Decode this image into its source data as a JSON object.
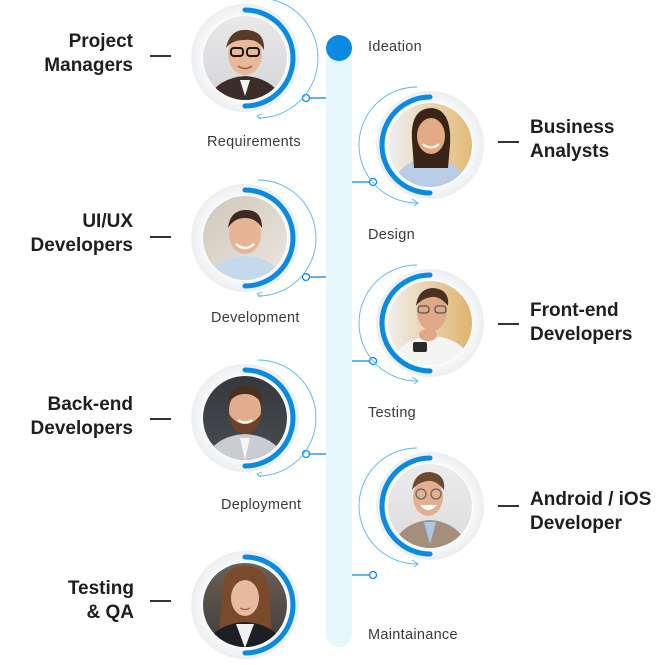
{
  "colors": {
    "accent": "#0a8ae0",
    "track": "#e8f6fe",
    "ring": "#f0f1f3",
    "thin_arc": "#5ab4ec",
    "role_text": "#1e1e1e",
    "stage_text": "#3a3a3a"
  },
  "stages": [
    {
      "label": "Ideation"
    },
    {
      "label": "Requirements"
    },
    {
      "label": "Design"
    },
    {
      "label": "Development"
    },
    {
      "label": "Testing"
    },
    {
      "label": "Deployment"
    },
    {
      "label": "Maintainance"
    }
  ],
  "roles": [
    {
      "line1": "Project",
      "line2": "Managers",
      "side": "left",
      "photo": "man-glasses-portrait"
    },
    {
      "line1": "Business",
      "line2": "Analysts",
      "side": "right",
      "photo": "woman-smiling-portrait"
    },
    {
      "line1": "UI/UX",
      "line2": "Developers",
      "side": "left",
      "photo": "man-smiling-portrait"
    },
    {
      "line1": "Front-end",
      "line2": "Developers",
      "side": "right",
      "photo": "man-glasses-white-shirt-portrait"
    },
    {
      "line1": "Back-end",
      "line2": "Developers",
      "side": "left",
      "photo": "bearded-man-portrait"
    },
    {
      "line1": "Android / iOS",
      "line2": "Developer",
      "side": "right",
      "photo": "man-glasses-laughing-portrait"
    },
    {
      "line1": "Testing",
      "line2": "& QA",
      "side": "left",
      "photo": "woman-long-hair-portrait"
    }
  ]
}
